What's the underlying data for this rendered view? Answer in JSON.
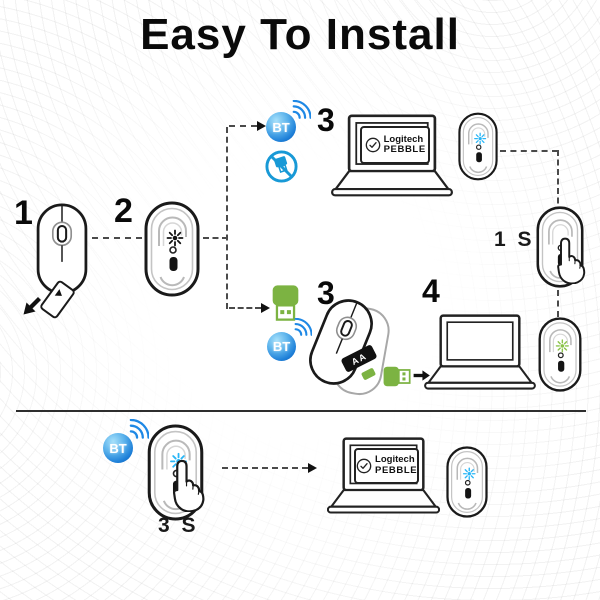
{
  "title": "Easy To Install",
  "steps": {
    "one": "1",
    "two": "2",
    "three_bt": "3",
    "three_usb": "3",
    "four": "4"
  },
  "labels": {
    "bt": "BT",
    "hold_1s": "1 S",
    "hold_3s": "3 S",
    "battery": "AA"
  },
  "laptop_screen": {
    "brand_line1": "Logitech",
    "brand_line2": "PEBBLE"
  },
  "colors": {
    "bluetooth_blue": "#1d7fd8",
    "signal_blue": "#1e88e5",
    "receiver_green": "#7cb342",
    "indicator_blue": "#29b6f6",
    "indicator_green": "#8bc34a",
    "no_receiver_blue": "#1899d6"
  }
}
